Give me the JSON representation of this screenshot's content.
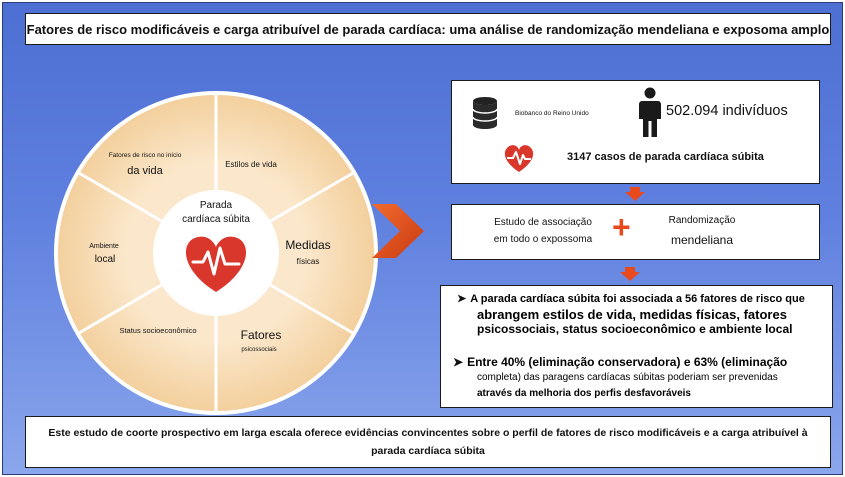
{
  "title": "Fatores de risco modificáveis e carga atribuível de parada cardíaca: uma análise de randomização mendeliana e exposoma amplo",
  "wheel": {
    "center_label_line1": "Parada",
    "center_label_line2": "cardíaca súbita",
    "segments": {
      "early_life_small": "Fatores de risco no início",
      "early_life_big": "da vida",
      "lifestyle": "Estilos de vida",
      "physical_line1": "Medidas",
      "physical_line2": "físicas",
      "psychosocial_big": "Fatores",
      "psychosocial_small": "psicossociais",
      "socioeconomic": "Status socioeconômico",
      "environment_small": "Ambiente",
      "environment_big": "local"
    },
    "colors": {
      "segment": "#f6d7ab",
      "ring": "#fbe6c8",
      "center": "#ffffff",
      "heart": "#d9362c"
    }
  },
  "cohort": {
    "biobank_label": "Biobanco do Reino Unido",
    "participants": "502.094 indivíduos",
    "cases": "3147 casos de parada cardíaca súbita"
  },
  "methods": {
    "left_line1": "Estudo de associação",
    "left_line2": "em todo o expossoma",
    "plus": "+",
    "right_line1": "Randomização",
    "right_line2": "mendeliana"
  },
  "results": {
    "bullet1_line1": "A parada cardíaca súbita foi associada a 56 fatores de risco que",
    "bullet1_line2": "abrangem estilos de vida, medidas físicas, fatores",
    "bullet1_line3": "psicossociais, status socioeconômico e ambiente local",
    "bullet2_line1": "Entre 40% (eliminação conservadora) e 63% (eliminação",
    "bullet2_line2": "completa) das paragens cardíacas súbitas poderiam ser prevenidas",
    "bullet2_line3": "através da melhoria dos perfis desfavoráveis"
  },
  "conclusion": {
    "line1": "Este estudo de coorte prospectivo em larga escala oferece evidências convincentes sobre o perfil de fatores de risco modificáveis e a carga atribuível à",
    "line2": "parada cardíaca súbita"
  },
  "colors": {
    "accent_arrow": "#e8491d",
    "background_top": "#4d6fd3",
    "background_bottom": "#8aa6ec"
  }
}
